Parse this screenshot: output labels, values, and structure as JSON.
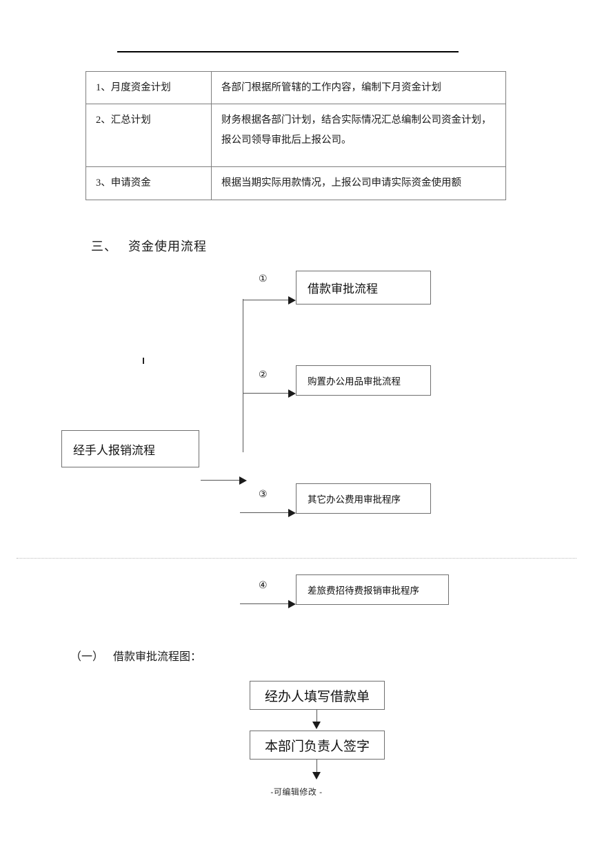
{
  "document": {
    "footer_text": "-可编辑修改 -"
  },
  "plan_table": {
    "rows": [
      {
        "label": "1、月度资金计划",
        "description": "各部门根据所管辖的工作内容，编制下月资金计划"
      },
      {
        "label": "2、汇总计划",
        "description": "财务根据各部门计划，结合实际情况汇总编制公司资金计划，报公司领导审批后上报公司。"
      },
      {
        "label": "3、申请资金",
        "description": "根据当期实际用款情况，上报公司申请实际资金使用额"
      }
    ]
  },
  "section_three": {
    "number": "三、",
    "title": "资金使用流程",
    "source_box": "经手人报销流程",
    "branches": [
      {
        "marker": "①",
        "label": "借款审批流程"
      },
      {
        "marker": "②",
        "label": "购置办公用品审批流程"
      },
      {
        "marker": "③",
        "label": "其它办公费用审批程序"
      },
      {
        "marker": "④",
        "label": "差旅费招待费报销审批程序"
      }
    ]
  },
  "subsection_one": {
    "number": "（一）",
    "title": "借款审批流程图：",
    "steps": [
      "经办人填写借款单",
      "本部门负责人签字"
    ]
  }
}
